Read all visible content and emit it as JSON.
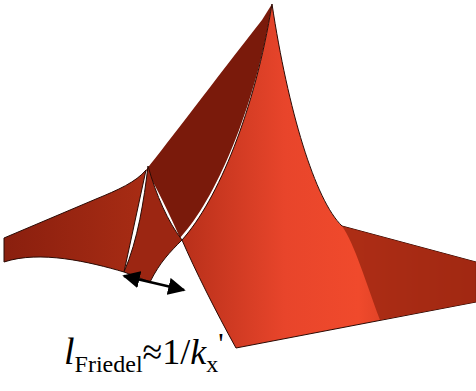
{
  "diagram": {
    "labels": [
      "l",
      "Friedel",
      "≈1/",
      "k",
      "x",
      "'"
    ]
  }
}
